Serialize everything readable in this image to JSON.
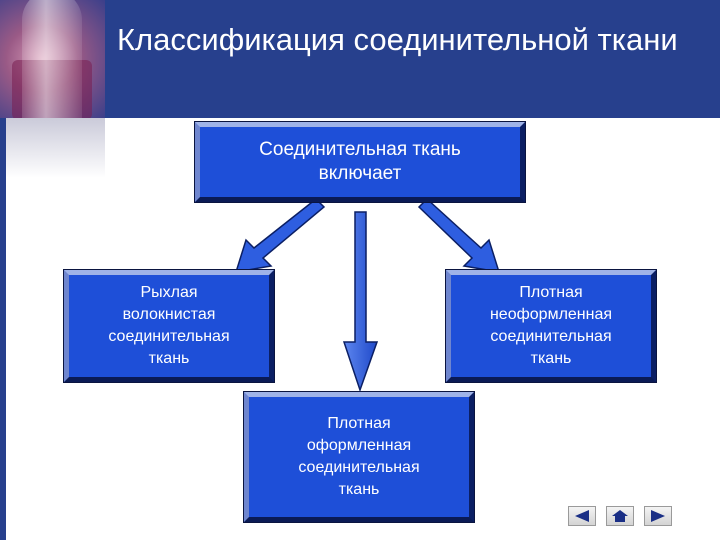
{
  "slide": {
    "title": "Классификация соединительной ткани"
  },
  "diagram": {
    "root": {
      "text_lines": [
        "Соединительная ткань",
        "включает"
      ]
    },
    "children": [
      {
        "text_lines": [
          "Рыхлая",
          "волокнистая",
          "соединительная",
          "ткань"
        ]
      },
      {
        "text_lines": [
          "Плотная",
          "неоформленная",
          "соединительная",
          "ткань"
        ]
      },
      {
        "text_lines": [
          "Плотная",
          "оформленная",
          "соединительная",
          "ткань"
        ]
      }
    ]
  },
  "navigation": {
    "prev_icon": "triangle-left-icon",
    "home_icon": "home-icon",
    "next_icon": "triangle-right-icon"
  },
  "colors": {
    "header": "#27408d",
    "box": "#1e4fd8",
    "arrow": "#2e5ee0"
  }
}
